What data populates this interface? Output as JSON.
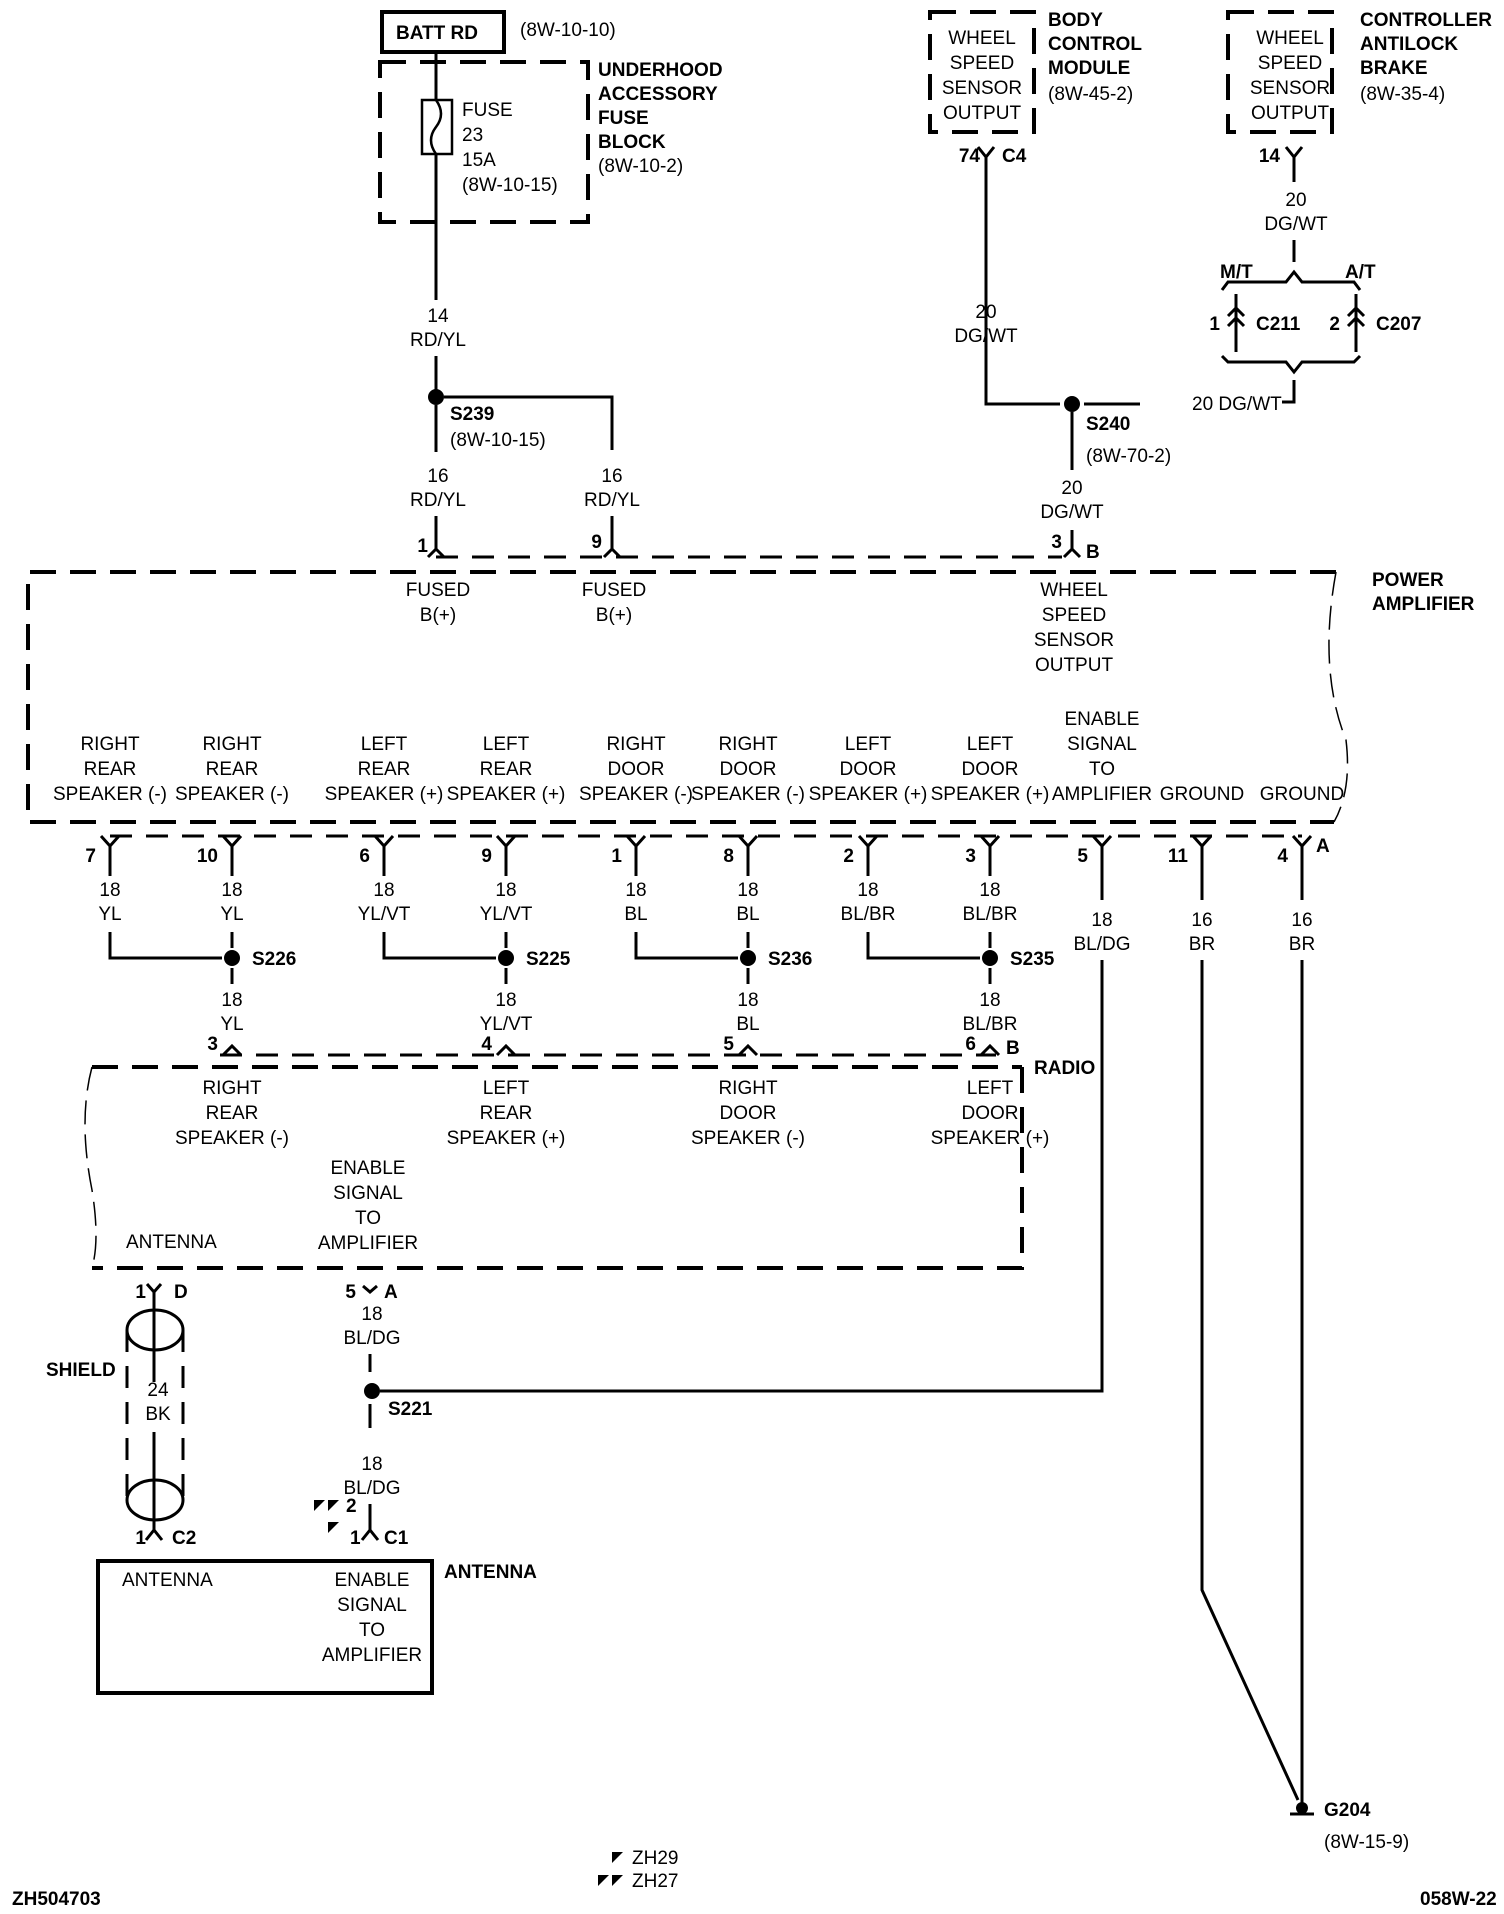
{
  "batt": {
    "label": "BATT RD",
    "ref": "(8W-10-10)"
  },
  "fuse_block": {
    "title": [
      "UNDERHOOD",
      "ACCESSORY",
      "FUSE",
      "BLOCK",
      "(8W-10-2)"
    ],
    "fuse": [
      "FUSE",
      "23",
      "15A",
      "(8W-10-15)"
    ]
  },
  "bcm": {
    "title": [
      "BODY",
      "CONTROL",
      "MODULE",
      "(8W-45-2)"
    ],
    "pin_label": [
      "WHEEL",
      "SPEED",
      "SENSOR",
      "OUTPUT"
    ],
    "pin": "74",
    "connector": "C4"
  },
  "cab": {
    "title": [
      "CONTROLLER",
      "ANTILOCK",
      "BRAKE",
      "(8W-35-4)"
    ],
    "pin_label": [
      "WHEEL",
      "SPEED",
      "SENSOR",
      "OUTPUT"
    ],
    "pin": "14"
  },
  "wires_top": {
    "w14_rdyl": [
      "14",
      "RD/YL"
    ],
    "s239": {
      "id": "S239",
      "ref": "(8W-10-15)"
    },
    "w16_rdyl_a": [
      "16",
      "RD/YL"
    ],
    "w16_rdyl_b": [
      "16",
      "RD/YL"
    ],
    "bcm_wire": [
      "20",
      "DG/WT"
    ],
    "cab_wire": [
      "20",
      "DG/WT"
    ],
    "mt": "M/T",
    "at": "A/T",
    "c211": {
      "pin": "1",
      "id": "C211"
    },
    "c207": {
      "pin": "2",
      "id": "C207"
    },
    "s240_side": "20  DG/WT",
    "s240": {
      "id": "S240",
      "ref": "(8W-70-2)"
    },
    "s240_down": [
      "20",
      "DG/WT"
    ]
  },
  "amp": {
    "title": [
      "POWER",
      "AMPLIFIER"
    ],
    "top_pins": [
      {
        "pin": "1",
        "label": [
          "FUSED",
          "B(+)"
        ]
      },
      {
        "pin": "9",
        "label": [
          "FUSED",
          "B(+)"
        ]
      },
      {
        "pin": "3",
        "connector": "B",
        "label": [
          "WHEEL",
          "SPEED",
          "SENSOR",
          "OUTPUT"
        ]
      }
    ],
    "bottom_pins": [
      {
        "pin": "7",
        "label": [
          "RIGHT",
          "REAR",
          "SPEAKER (-)"
        ],
        "gauge": "18",
        "color": "YL"
      },
      {
        "pin": "10",
        "label": [
          "RIGHT",
          "REAR",
          "SPEAKER (-)"
        ],
        "gauge": "18",
        "color": "YL"
      },
      {
        "pin": "6",
        "label": [
          "LEFT",
          "REAR",
          "SPEAKER (+)"
        ],
        "gauge": "18",
        "color": "YL/VT"
      },
      {
        "pin": "9",
        "label": [
          "LEFT",
          "REAR",
          "SPEAKER (+)"
        ],
        "gauge": "18",
        "color": "YL/VT"
      },
      {
        "pin": "1",
        "label": [
          "RIGHT",
          "DOOR",
          "SPEAKER (-)"
        ],
        "gauge": "18",
        "color": "BL"
      },
      {
        "pin": "8",
        "label": [
          "RIGHT",
          "DOOR",
          "SPEAKER (-)"
        ],
        "gauge": "18",
        "color": "BL"
      },
      {
        "pin": "2",
        "label": [
          "LEFT",
          "DOOR",
          "SPEAKER (+)"
        ],
        "gauge": "18",
        "color": "BL/BR"
      },
      {
        "pin": "3",
        "label": [
          "LEFT",
          "DOOR",
          "SPEAKER (+)"
        ],
        "gauge": "18",
        "color": "BL/BR"
      },
      {
        "pin": "5",
        "label": [
          "ENABLE",
          "SIGNAL",
          "TO",
          "AMPLIFIER"
        ],
        "gauge": "18",
        "color": "BL/DG"
      },
      {
        "pin": "11",
        "label": [
          "GROUND"
        ],
        "gauge": "16",
        "color": "BR"
      },
      {
        "pin": "4",
        "label": [
          "GROUND"
        ],
        "gauge": "16",
        "color": "BR",
        "connector": "A"
      }
    ]
  },
  "splices": [
    {
      "id": "S226",
      "gauge": "18",
      "color": "YL"
    },
    {
      "id": "S225",
      "gauge": "18",
      "color": "YL/VT"
    },
    {
      "id": "S236",
      "gauge": "18",
      "color": "BL"
    },
    {
      "id": "S235",
      "gauge": "18",
      "color": "BL/BR"
    }
  ],
  "radio": {
    "title": "RADIO",
    "top_pins": [
      {
        "pin": "3",
        "label": [
          "RIGHT",
          "REAR",
          "SPEAKER (-)"
        ]
      },
      {
        "pin": "4",
        "label": [
          "LEFT",
          "REAR",
          "SPEAKER (+)"
        ]
      },
      {
        "pin": "5",
        "label": [
          "RIGHT",
          "DOOR",
          "SPEAKER (-)"
        ]
      },
      {
        "pin": "6",
        "label": [
          "LEFT",
          "DOOR",
          "SPEAKER (+)"
        ],
        "connector": "B"
      }
    ],
    "antenna_label": "ANTENNA",
    "enable_label": [
      "ENABLE",
      "SIGNAL",
      "TO",
      "AMPLIFIER"
    ],
    "antenna_pin": {
      "pin": "1",
      "connector": "D"
    },
    "enable_pin": {
      "pin": "5",
      "connector": "A"
    }
  },
  "lower": {
    "shield": "SHIELD",
    "antenna_wire": [
      "24",
      "BK"
    ],
    "enable_wire_a": [
      "18",
      "BL/DG"
    ],
    "s221": "S221",
    "enable_wire_b": [
      "18",
      "BL/DG"
    ],
    "c2": {
      "pin": "1",
      "connector": "C2"
    },
    "c1_pin2": "2",
    "c1_pin1": "1",
    "c1": "C1"
  },
  "antenna_module": {
    "title": "ANTENNA",
    "left_label": "ANTENNA",
    "right_label": [
      "ENABLE",
      "SIGNAL",
      "TO",
      "AMPLIFIER"
    ]
  },
  "ground": {
    "id": "G204",
    "ref": "(8W-15-9)"
  },
  "legend": [
    {
      "marks": 1,
      "code": "ZH29"
    },
    {
      "marks": 2,
      "code": "ZH27"
    }
  ],
  "footer": {
    "left": "ZH504703",
    "right": "058W-22"
  }
}
